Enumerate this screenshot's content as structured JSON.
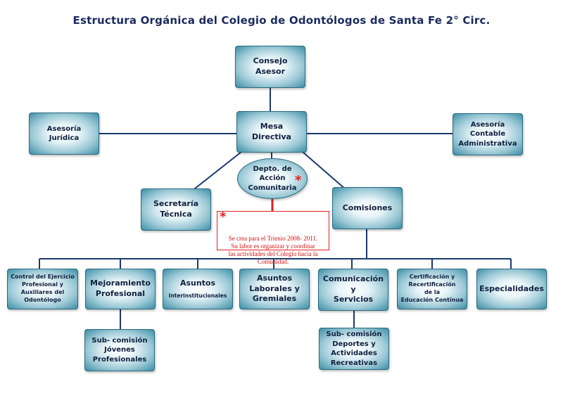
{
  "title": "Estructura Orgánica del Colegio de Odontólogos de Santa Fe 2° Circ.",
  "nodes": {
    "consejo": "Consejo\nAsesor",
    "mesa": "Mesa\nDirectiva",
    "asesoria_juridica": "Asesoría\nJurídica",
    "asesoria_contable": "Asesoría\nContable\nAdministrativa",
    "depto_accion": "Depto. de\nAcción\nComunitaria",
    "secretaria": "Secretaría\nTécnica",
    "comisiones": "Comisiones",
    "control": "Control del Ejercicio\nProfesional y\nAuxiliares del\nOdontólogo",
    "mejoramiento": "Mejoramiento\nProfesional",
    "asuntos_inter_title": "Asuntos",
    "asuntos_inter_sub": "Interinstitucionales",
    "asuntos_laborales": "Asuntos\nLaborales y\nGremiales",
    "comunicacion": "Comunicación\ny\nServicios",
    "certificacion": "Certificación y\nRecertificación\nde la\nEducación Contínua",
    "especialidades": "Especialidades",
    "subcom_jovenes": "Sub- comisión\nJóvenes\nProfesionales",
    "subcom_deportes": "Sub- comisión\nDeportes y\nActividades\nRecreativas"
  },
  "asterisk": "*",
  "note": "Se crea para el Trienio 2008- 2011.\nSu labor es organizar y coordinar\nlas actividades del Colegio hacia la\nComunidad.",
  "colors": {
    "line": "#1a3a6e",
    "accent_red": "#e02020",
    "title": "#1a2a5e",
    "box_edge": "#3d8ea6"
  }
}
